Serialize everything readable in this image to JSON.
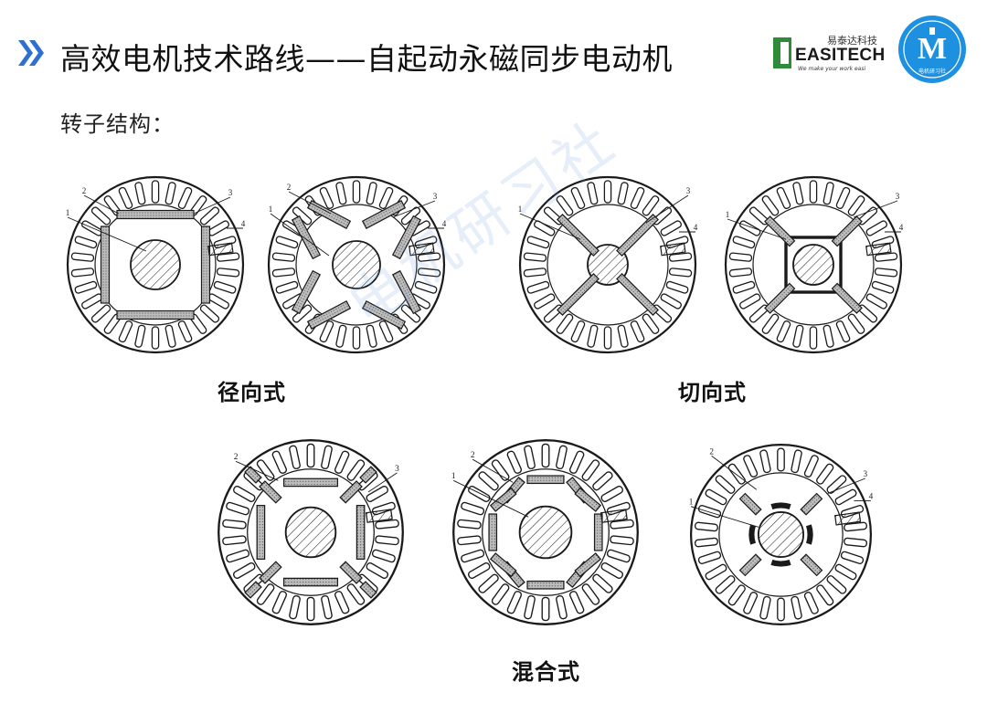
{
  "header": {
    "title": "高效电机技术路线——自起动永磁同步电动机",
    "logo_easitech": {
      "name": "EASITECH",
      "cn": "易泰达科技",
      "slogan": "We make your work easi"
    },
    "logo_m": {
      "letter": "M",
      "cn": "电机研习社"
    }
  },
  "subtitle": "转子结构：",
  "groups": {
    "radial": {
      "caption": "径向式"
    },
    "tangential": {
      "caption": "切向式"
    },
    "hybrid": {
      "caption": "混合式"
    }
  },
  "rotors": [
    {
      "type": "radial-flat-magnets",
      "labels": [
        "1",
        "2",
        "3",
        "4"
      ]
    },
    {
      "type": "radial-v-magnets",
      "labels": [
        "1",
        "2",
        "3",
        "4"
      ]
    },
    {
      "type": "tangential-x-magnets",
      "labels": [
        "1",
        "3",
        "4"
      ]
    },
    {
      "type": "tangential-x-with-inner-barrier",
      "labels": [
        "1",
        "3",
        "4"
      ]
    },
    {
      "type": "hybrid-u-magnets",
      "labels": [
        "2",
        "3"
      ]
    },
    {
      "type": "hybrid-star-magnets",
      "labels": [
        "1",
        "2"
      ]
    },
    {
      "type": "hybrid-split-ring",
      "labels": [
        "1",
        "2",
        "3",
        "4"
      ]
    }
  ],
  "watermark": "电机研习社",
  "colors": {
    "accent": "#2f6fd0",
    "line": "#1a1a1a"
  }
}
